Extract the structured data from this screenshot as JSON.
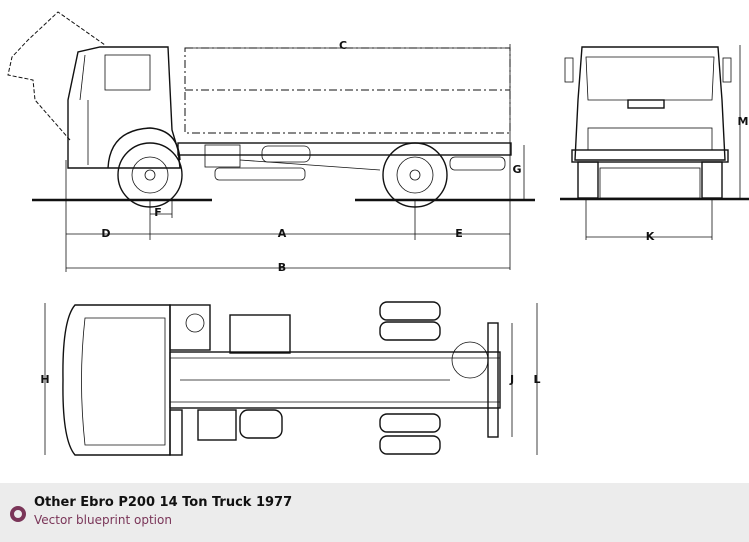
{
  "drawing": {
    "labels": {
      "A": "A",
      "B": "B",
      "C": "C",
      "D": "D",
      "E": "E",
      "F": "F",
      "G": "G",
      "H": "H",
      "J": "J",
      "K": "K",
      "L": "L",
      "M": "M"
    }
  },
  "caption": {
    "icon": "ring-icon",
    "title": "Other Ebro P200 14 Ton Truck 1977",
    "subtitle": "Vector blueprint option",
    "accent": "#7a3558"
  }
}
